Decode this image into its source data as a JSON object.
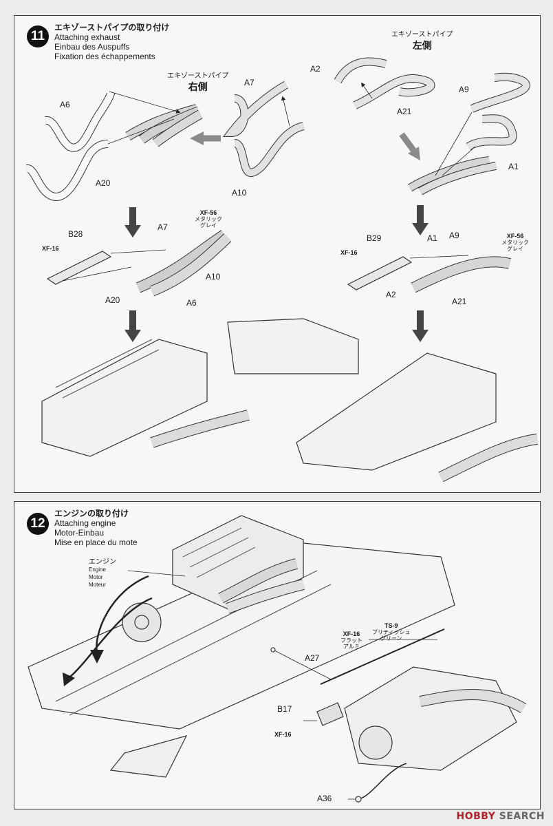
{
  "step11": {
    "number": "11",
    "title_jp": "エキゾーストパイプの取り付け",
    "title_en": "Attaching exhaust",
    "title_de": "Einbau des Auspuffs",
    "title_fr": "Fixation des échappements",
    "right_group_jp": "エキゾーストパイプ",
    "right_group_side": "右側",
    "left_group_jp": "エキゾーストパイプ",
    "left_group_side": "左側",
    "parts": {
      "a6": "A6",
      "a20": "A20",
      "a7": "A7",
      "a10": "A10",
      "a2": "A2",
      "a21": "A21",
      "a9": "A9",
      "a1": "A1",
      "b28": "B28",
      "b29": "B29",
      "a7b": "A7",
      "a10b": "A10",
      "a20b": "A20",
      "a6b": "A6",
      "a1b": "A1",
      "a9b": "A9",
      "a2b": "A2",
      "a21b": "A21"
    },
    "paint_xf56_code": "XF-56",
    "paint_xf56_line1": "メタリック",
    "paint_xf56_line2": "グレイ",
    "paint_xf16_code": "XF-16"
  },
  "step12": {
    "number": "12",
    "title_jp": "エンジンの取り付け",
    "title_en": "Attaching engine",
    "title_de": "Motor-Einbau",
    "title_fr": "Mise en place du mote",
    "engine_jp": "エンジン",
    "engine_en": "Engine",
    "engine_de": "Motor",
    "engine_fr": "Moteur",
    "parts": {
      "a27": "A27",
      "b17": "B17",
      "a36": "A36"
    },
    "paint_xf16_code": "XF-16",
    "paint_xf16_line1": "フラット",
    "paint_xf16_line2": "アルミ",
    "paint_ts9_code": "TS-9",
    "paint_ts9_line1": "ブリティッシュ",
    "paint_ts9_line2": "グリーン",
    "paint_b17_code": "XF-16"
  },
  "watermark": {
    "brand": "HOBBY",
    "suffix": "SEARCH"
  }
}
